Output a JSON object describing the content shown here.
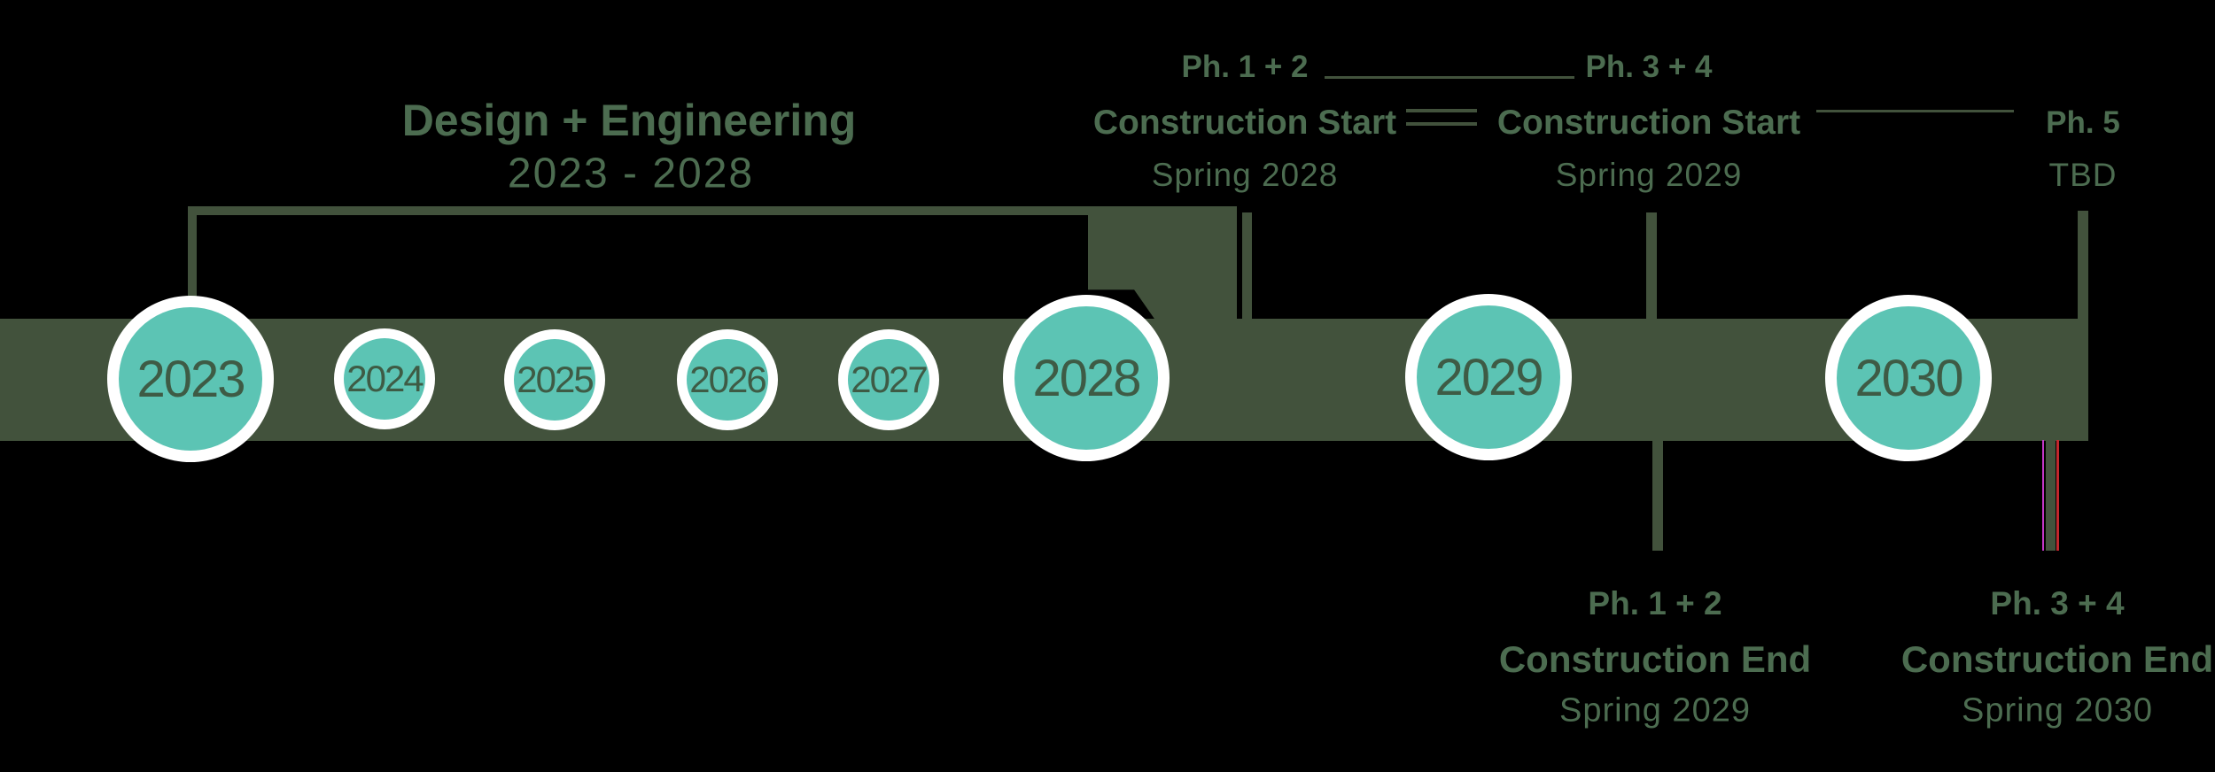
{
  "colors": {
    "background": "#000000",
    "bar_green": "#42523C",
    "circle_teal": "#5CC4B4",
    "circle_ring_white": "#FFFFFF",
    "year_text_green": "#3E5B45",
    "label_text_green": "#4C6C50",
    "glitch_magenta": "#C538C9",
    "glitch_red": "#C0272D"
  },
  "timeline": {
    "years": [
      {
        "label": "2023",
        "emphasis": "major"
      },
      {
        "label": "2024",
        "emphasis": "minor"
      },
      {
        "label": "2025",
        "emphasis": "minor"
      },
      {
        "label": "2026",
        "emphasis": "minor"
      },
      {
        "label": "2027",
        "emphasis": "minor"
      },
      {
        "label": "2028",
        "emphasis": "major"
      },
      {
        "label": "2029",
        "emphasis": "major"
      },
      {
        "label": "2030",
        "emphasis": "major"
      }
    ]
  },
  "milestones": {
    "design_engineering": {
      "title": "Design + Engineering",
      "dates": "2023 - 2028"
    },
    "ph12_start": {
      "phase": "Ph. 1 + 2",
      "event": "Construction Start",
      "date": "Spring 2028"
    },
    "ph34_start": {
      "phase": "Ph. 3 + 4",
      "event": "Construction Start",
      "date": "Spring 2029"
    },
    "ph5": {
      "phase": "Ph. 5",
      "date": "TBD"
    },
    "ph12_end": {
      "phase": "Ph. 1 + 2",
      "event": "Construction End",
      "date": "Spring 2029"
    },
    "ph34_end": {
      "phase": "Ph. 3 + 4",
      "event": "Construction End",
      "date": "Spring 2030"
    }
  }
}
